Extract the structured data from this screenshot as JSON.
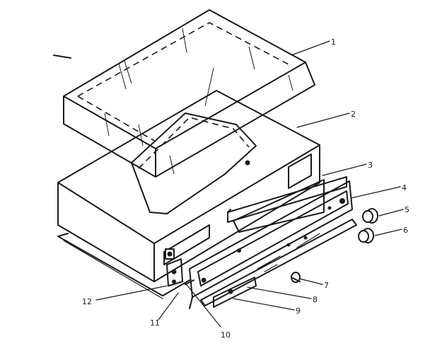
{
  "callouts": [
    {
      "id": "1",
      "label": "1"
    },
    {
      "id": "2",
      "label": "2"
    },
    {
      "id": "3",
      "label": "3"
    },
    {
      "id": "4",
      "label": "4"
    },
    {
      "id": "5",
      "label": "5"
    },
    {
      "id": "6",
      "label": "6"
    },
    {
      "id": "7",
      "label": "7"
    },
    {
      "id": "8",
      "label": "8"
    },
    {
      "id": "9",
      "label": "9"
    },
    {
      "id": "10",
      "label": "10"
    },
    {
      "id": "11",
      "label": "11"
    },
    {
      "id": "12",
      "label": "12"
    }
  ],
  "colors": {
    "ink": "#1a1a1a",
    "paper": "#ffffff"
  }
}
